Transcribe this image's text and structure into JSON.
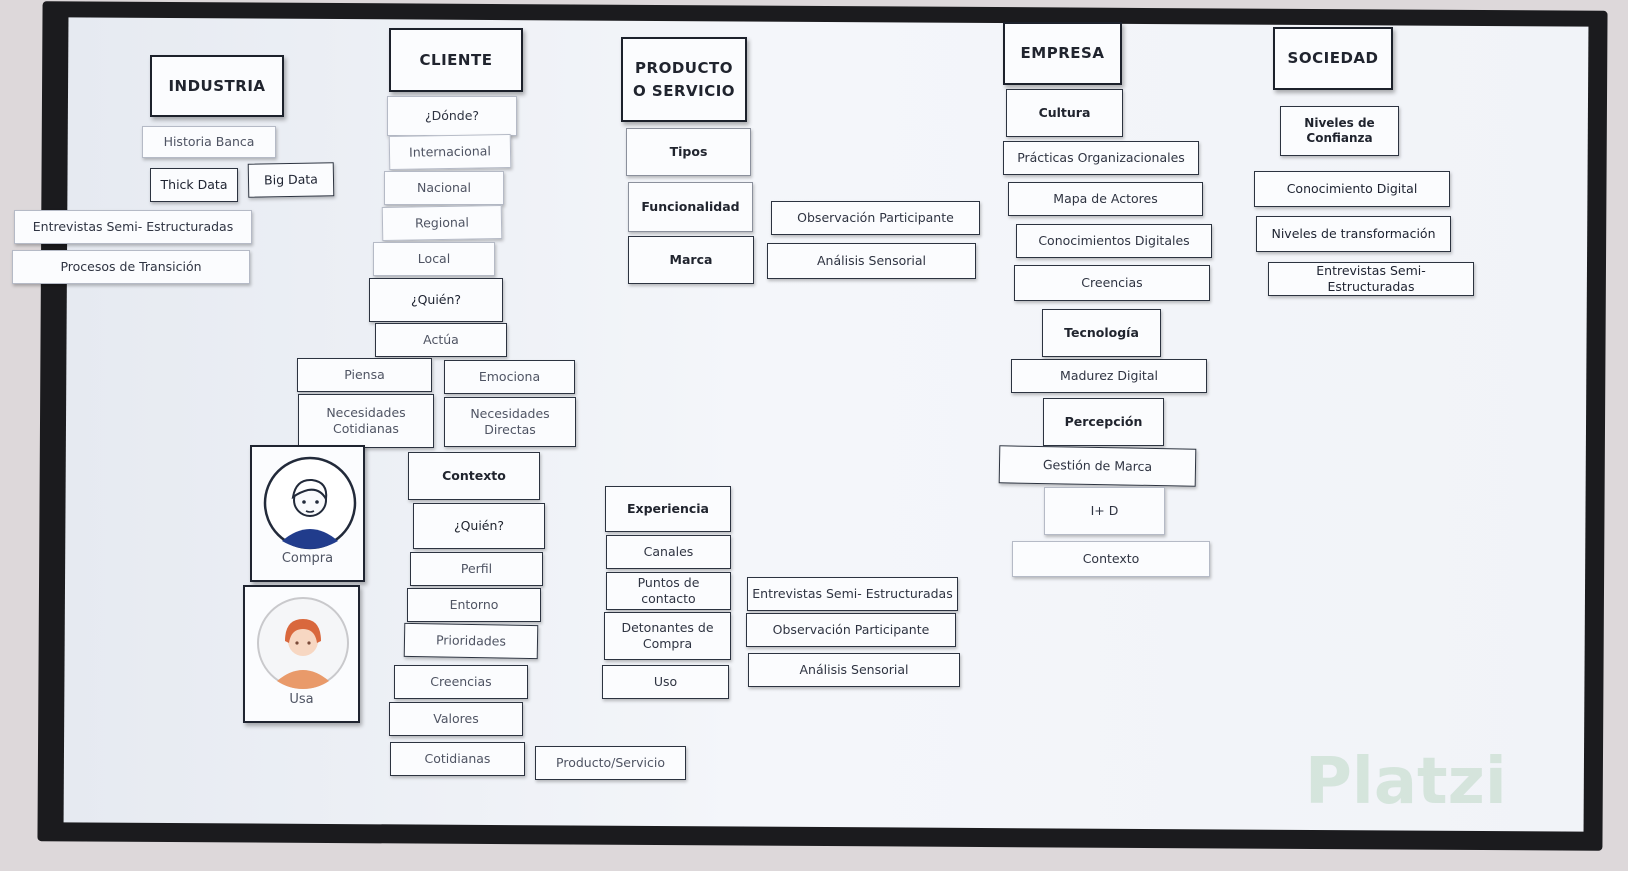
{
  "columns": {
    "industria": {
      "header": "INDUSTRIA",
      "items": [
        "Historia Banca",
        "Thick Data",
        "Big Data",
        "Entrevistas Semi- Estructuradas",
        "Procesos de Transición"
      ]
    },
    "cliente": {
      "header": "CLIENTE",
      "donde": "¿Dónde?",
      "donde_items": [
        "Internacional",
        "Nacional",
        "Regional",
        "Local"
      ],
      "quien": "¿Quién?",
      "actua": "Actúa",
      "piensa": "Piensa",
      "emociona": "Emociona",
      "necesidades_cotidianas": "Necesidades Cotidianas",
      "necesidades_directas": "Necesidades Directas",
      "persona_compra": "Compra",
      "persona_usa": "Usa",
      "contexto": "Contexto",
      "quien2": "¿Quién?",
      "contexto_items": [
        "Perfil",
        "Entorno",
        "Prioridades",
        "Creencias",
        "Valores",
        "Cotidianas"
      ],
      "producto_servicio": "Producto/Servicio"
    },
    "producto": {
      "header": "PRODUCTO O SERVICIO",
      "tipos": "Tipos",
      "funcionalidad": "Funcionalidad",
      "marca": "Marca",
      "methods": [
        "Observación Participante",
        "Análisis Sensorial"
      ],
      "experiencia": "Experiencia",
      "experiencia_items": [
        "Canales",
        "Puntos de contacto",
        "Detonantes de Compra",
        "Uso"
      ],
      "experiencia_methods": [
        "Entrevistas Semi- Estructuradas",
        "Observación Participante",
        "Análisis Sensorial"
      ]
    },
    "empresa": {
      "header": "EMPRESA",
      "cultura": "Cultura",
      "cultura_items": [
        "Prácticas Organizacionales",
        "Mapa de Actores",
        "Conocimientos Digitales",
        "Creencias"
      ],
      "tecnologia": "Tecnología",
      "madurez": "Madurez Digital",
      "percepcion": "Percepción",
      "gestion": "Gestión de Marca",
      "id": "I+ D",
      "contexto": "Contexto"
    },
    "sociedad": {
      "header": "SOCIEDAD",
      "niveles_confianza": "Niveles de Confianza",
      "items": [
        "Conocimiento Digital",
        "Niveles de transformación",
        "Entrevistas Semi- Estructuradas"
      ]
    }
  },
  "watermark": "Platzi"
}
